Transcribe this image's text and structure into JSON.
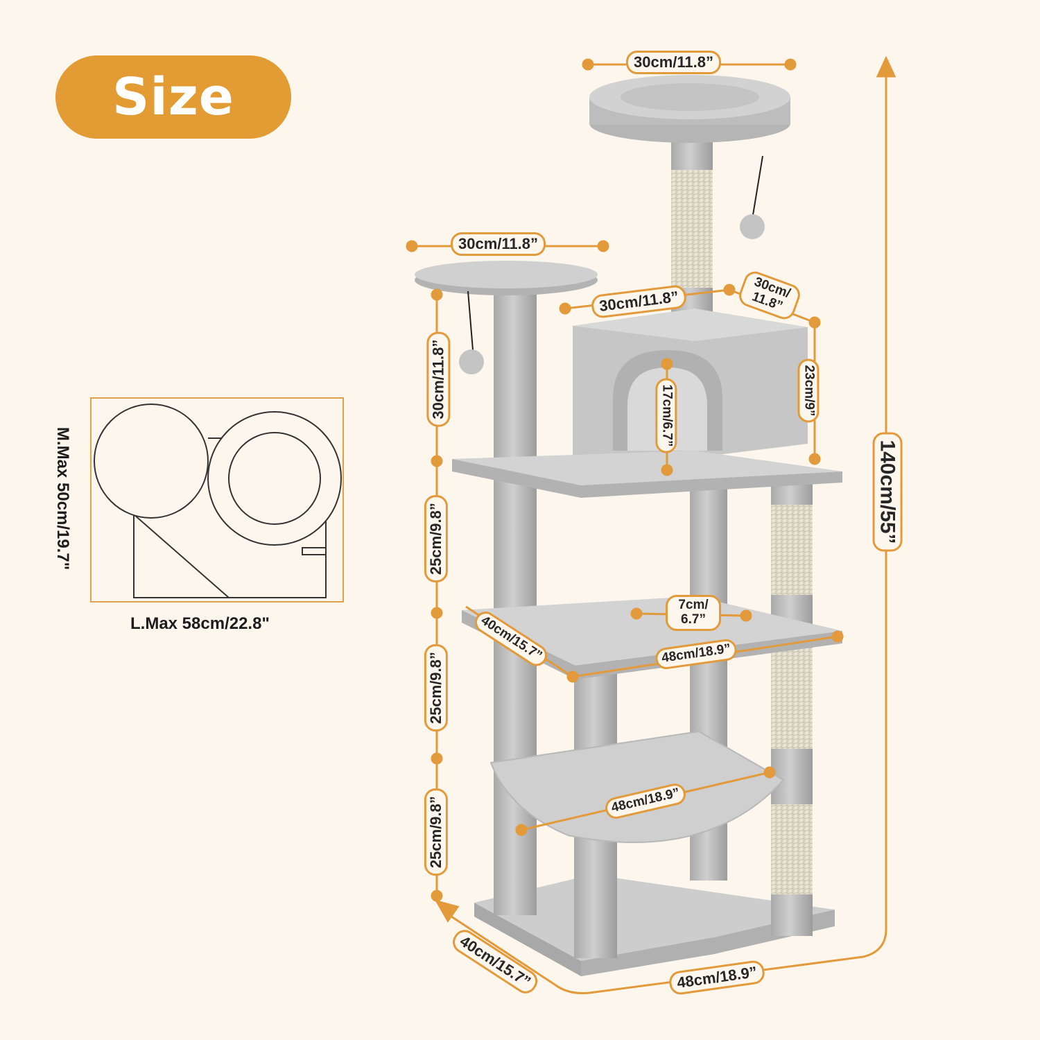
{
  "badge": {
    "label": "Size"
  },
  "footprint": {
    "side_label": "M.Max 50cm/19.7\"",
    "bottom_label": "L.Max 58cm/22.8\""
  },
  "dimensions": {
    "top_perch_width": "30cm/11.8”",
    "left_perch_width": "30cm/11.8”",
    "condo_top_width": "30cm/11.8”",
    "condo_top_depth": "30cm/ 11.8”",
    "condo_height": "23cm/9”",
    "condo_door_height": "17cm/6.7”",
    "left_post_top": "30cm/11.8”",
    "left_post_mid": "25cm/9.8”",
    "left_post_low": "25cm/9.8”",
    "left_post_bottom": "25cm/9.8”",
    "platform_hole": "7cm/ 6.7”",
    "platform_depth": "40cm/15.7”",
    "platform_width": "48cm/18.9”",
    "hammock_width": "48cm/18.9”",
    "base_depth": "40cm/15.7”",
    "base_width": "48cm/18.9”",
    "total_height": "140cm/55”"
  },
  "colors": {
    "accent": "#e39b33",
    "background": "#fcf6ec",
    "plush": "#c9c9c9",
    "sisal": "#e8e2d2"
  }
}
